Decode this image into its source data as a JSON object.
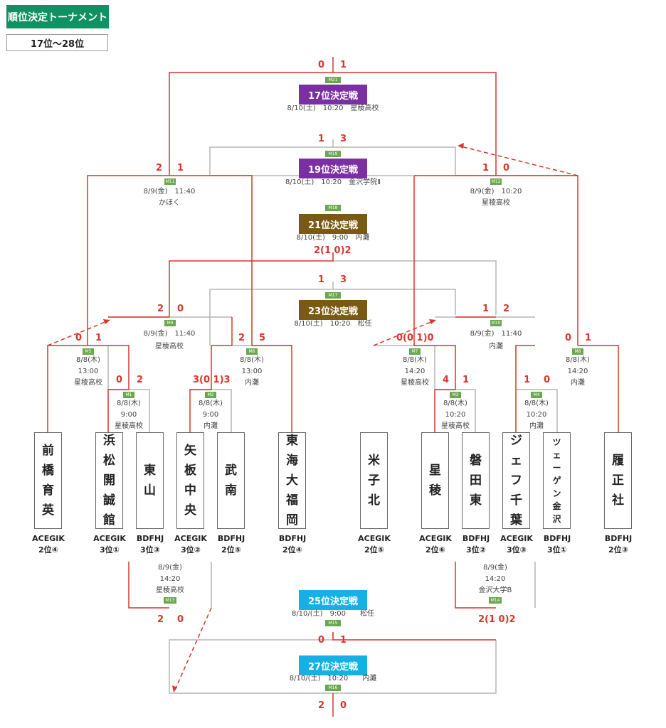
{
  "header": {
    "title": "順位決定トーナメント",
    "range": "17位～28位"
  },
  "colors": {
    "win": "#d9352c",
    "line": "#b5b5b5",
    "header": "#0f9163",
    "title_17_19": "#7a2fa3",
    "title_21_23": "#7a5a12",
    "title_25_27": "#16b0e6",
    "match_tag": "#6aa84f"
  },
  "finals": {
    "m17": {
      "tag": "M21",
      "title": "17位決定戦",
      "info": "8/10(土)　10:20　星稜高校",
      "score_l": "0",
      "score_r": "1"
    },
    "m19": {
      "tag": "M19",
      "title": "19位決定戦",
      "info": "8/10(土)　10:20　金沢学院Ⅱ",
      "score_l": "1",
      "score_r": "3"
    },
    "m21": {
      "tag": "M18",
      "title": "21位決定戦",
      "info": "8/10(土)　9:00　内灘",
      "score": "2(1 0)2"
    },
    "m23": {
      "tag": "M17",
      "title": "23位決定戦",
      "info": "8/10(土)　10:20　松任",
      "score_l": "1",
      "score_r": "3"
    },
    "m25": {
      "tag": "M15",
      "title": "25位決定戦",
      "info": "8/10/(土)　9:00　　松任",
      "score_l": "0",
      "score_r": "1"
    },
    "m27": {
      "tag": "M16",
      "title": "27位決定戦",
      "info": "8/10/(土)　10:20　　内灘",
      "score_l": "2",
      "score_r": "0"
    }
  },
  "semis": {
    "left": {
      "tag": "M11",
      "line1": "8/9(金)　11:40",
      "line2": "かほく",
      "score_l": "2",
      "score_r": "1"
    },
    "right": {
      "tag": "M12",
      "line1": "8/9(金)　10:20",
      "line2": "星稜高校",
      "score_l": "1",
      "score_r": "0"
    },
    "left_lower": {
      "tag": "M9",
      "line1": "8/9(金)　11:40",
      "line2": "星稜高校",
      "score_l": "2",
      "score_r": "0"
    },
    "right_lower": {
      "tag": "M10",
      "line1": "8/9(金)　11:40",
      "line2": "内灘",
      "score_l": "1",
      "score_r": "2"
    },
    "consol_left": {
      "tag": "M13",
      "line1": "8/9(金)",
      "line2": "14:20",
      "line3": "星稜高校",
      "score_l": "2",
      "score_r": "0"
    },
    "consol_right": {
      "tag": "M14",
      "line1": "8/9(金)",
      "line2": "14:20",
      "line3": "金沢大学B",
      "score": "2(1 0)2"
    }
  },
  "round1": [
    {
      "tag": "M5",
      "line1": "8/8(木)",
      "line2": "13:00",
      "line3": "星稜高校",
      "score_l": "0",
      "score_r": "1"
    },
    {
      "tag": "M1",
      "line1": "8/8(木)",
      "line2": "9:00",
      "line3": "星稜高校",
      "score_l": "0",
      "score_r": "2"
    },
    {
      "tag": "M2",
      "line1": "8/8(木)",
      "line2": "9:00",
      "line3": "内灘",
      "score": "3(0 1)3"
    },
    {
      "tag": "M6",
      "line1": "8/8(木)",
      "line2": "13:00",
      "line3": "内灘",
      "score_l": "2",
      "score_r": "5"
    },
    {
      "tag": "M7",
      "line1": "8/8(木)",
      "line2": "14:20",
      "line3": "星稜高校",
      "score": "0(0 1)0"
    },
    {
      "tag": "M3",
      "line1": "8/8(木)",
      "line2": "10:20",
      "line3": "星稜高校",
      "score_l": "4",
      "score_r": "1"
    },
    {
      "tag": "M4",
      "line1": "8/8(木)",
      "line2": "10:20",
      "line3": "内灘",
      "score_l": "1",
      "score_r": "0"
    },
    {
      "tag": "M8",
      "line1": "8/8(木)",
      "line2": "14:20",
      "line3": "内灘",
      "score_l": "0",
      "score_r": "1"
    }
  ],
  "teams": [
    {
      "name": "前橋育英",
      "chars": [
        "前",
        "橋",
        "育",
        "英"
      ],
      "group": "ACEGIK",
      "seed": "2位④"
    },
    {
      "name": "浜松開誠館",
      "chars": [
        "浜",
        "松",
        "開",
        "誠",
        "館"
      ],
      "group": "ACEGIK",
      "seed": "3位①"
    },
    {
      "name": "東山",
      "chars": [
        "東",
        "山"
      ],
      "group": "BDFHJ",
      "seed": "3位③"
    },
    {
      "name": "矢板中央",
      "chars": [
        "矢",
        "板",
        "中",
        "央"
      ],
      "group": "ACEGIK",
      "seed": "3位②"
    },
    {
      "name": "武南",
      "chars": [
        "武",
        "南"
      ],
      "group": "BDFHJ",
      "seed": "2位⑤"
    },
    {
      "name": "東海大福岡",
      "chars": [
        "東",
        "海",
        "大",
        "福",
        "岡"
      ],
      "group": "BDFHJ",
      "seed": "2位④"
    },
    {
      "name": "米子北",
      "chars": [
        "米",
        "子",
        "北"
      ],
      "group": "ACEGIK",
      "seed": "2位⑤"
    },
    {
      "name": "星稜",
      "chars": [
        "星",
        "稜"
      ],
      "group": "ACEGIK",
      "seed": "2位⑥"
    },
    {
      "name": "磐田東",
      "chars": [
        "磐",
        "田",
        "東"
      ],
      "group": "BDFHJ",
      "seed": "3位②"
    },
    {
      "name": "ジェフ千葉",
      "chars": [
        "ジ",
        "ェ",
        "フ",
        "千",
        "葉"
      ],
      "group": "ACEGIK",
      "seed": "3位③"
    },
    {
      "name": "ツエーゲン金沢",
      "chars": [
        "ツ",
        "ェ",
        "ー",
        "ゲ",
        "ン",
        "金",
        "沢"
      ],
      "group": "BDFHJ",
      "seed": "3位①"
    },
    {
      "name": "履正社",
      "chars": [
        "履",
        "正",
        "社"
      ],
      "group": "BDFHJ",
      "seed": "2位③"
    }
  ]
}
